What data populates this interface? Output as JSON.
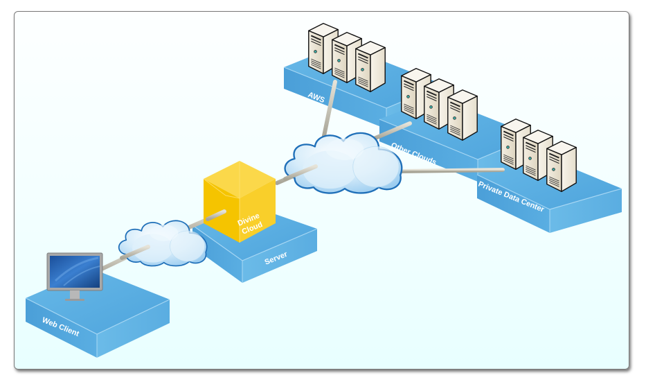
{
  "diagram": {
    "title": "",
    "colors": {
      "platform_top": "#5aaee2",
      "platform_front": "#4ea6dd",
      "platform_side": "#64b6e6",
      "cube_yellow": "#f7c800",
      "cloud_outline": "#1f6fb8",
      "cloud_fill": "#cfe9f9",
      "pipe": "#c9c6b8",
      "server_body": "#ede6d6",
      "background": "#f0ffff"
    },
    "nodes": [
      {
        "id": "web-client",
        "label": "Web Client",
        "icon": "monitor-icon"
      },
      {
        "id": "server",
        "label": "Server",
        "icon": "cube-icon",
        "cube_label_line1": "Divine",
        "cube_label_line2": "Cloud"
      },
      {
        "id": "aws",
        "label": "AWS",
        "icon": "server-tower-icon",
        "server_count": 3
      },
      {
        "id": "other-clouds",
        "label": "Other Clouds",
        "icon": "server-tower-icon",
        "server_count": 3
      },
      {
        "id": "private-data-center",
        "label": "Private Data Center",
        "icon": "server-tower-icon",
        "server_count": 3
      }
    ],
    "clouds": [
      {
        "id": "cloud-small",
        "icon": "cloud-icon"
      },
      {
        "id": "cloud-large",
        "icon": "cloud-icon"
      }
    ],
    "edges": [
      {
        "from": "web-client",
        "to": "cloud-small"
      },
      {
        "from": "cloud-small",
        "to": "server"
      },
      {
        "from": "server",
        "to": "cloud-large"
      },
      {
        "from": "cloud-large",
        "to": "aws"
      },
      {
        "from": "cloud-large",
        "to": "other-clouds"
      },
      {
        "from": "cloud-large",
        "to": "private-data-center"
      }
    ]
  }
}
